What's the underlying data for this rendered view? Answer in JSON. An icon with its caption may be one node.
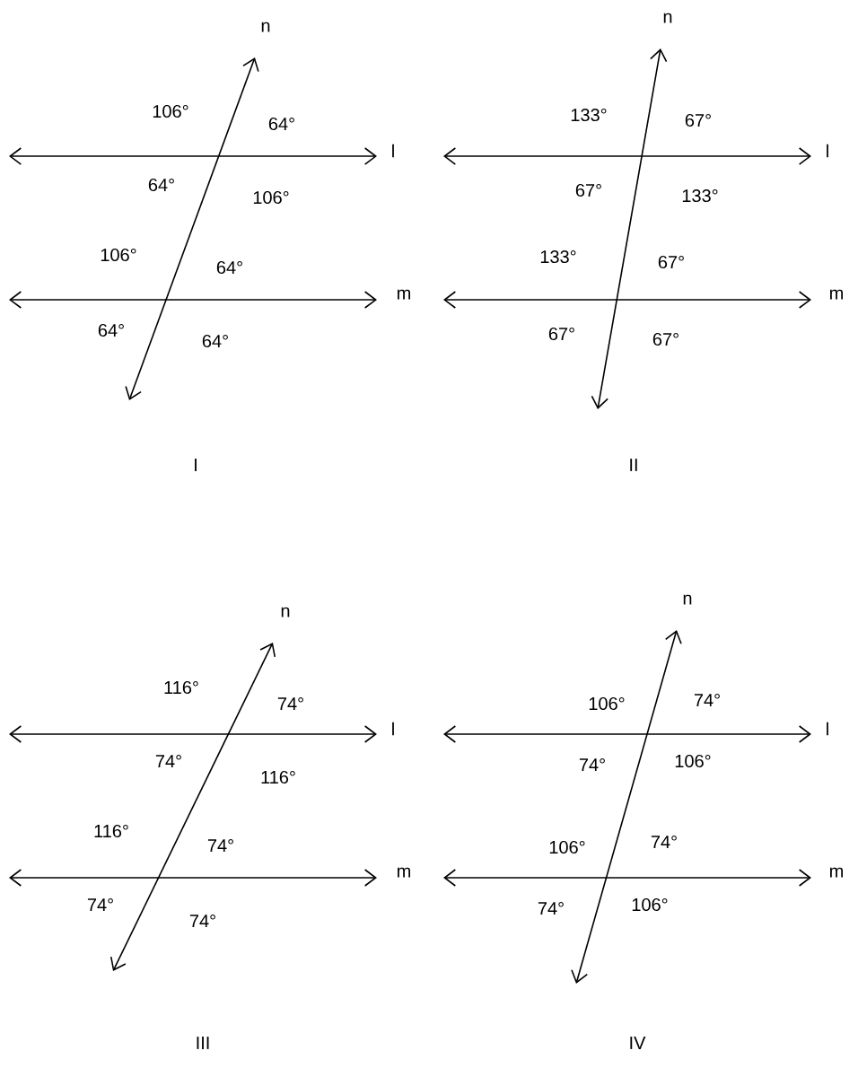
{
  "diagram": {
    "labels": [
      "n",
      "106°",
      "64°",
      "l",
      "64°",
      "106°",
      "106°",
      "64°",
      "m",
      "64°",
      "64°",
      "I",
      "n",
      "133°",
      "67°",
      "l",
      "67°",
      "133°",
      "133°",
      "67°",
      "m",
      "67°",
      "67°",
      "II",
      "n",
      "116°",
      "74°",
      "l",
      "74°",
      "116°",
      "116°",
      "74°",
      "m",
      "74°",
      "74°",
      "III",
      "n",
      "106°",
      "74°",
      "l",
      "74°",
      "106°",
      "106°",
      "74°",
      "m",
      "74°",
      "106°",
      "IV"
    ]
  }
}
